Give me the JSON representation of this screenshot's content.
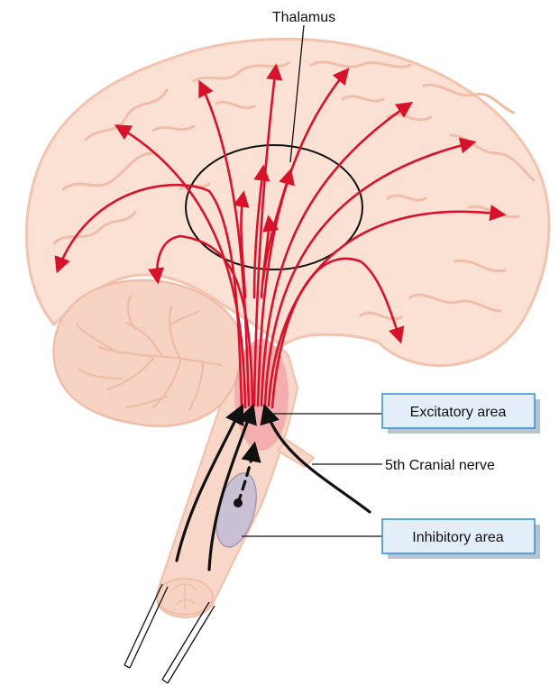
{
  "labels": {
    "thalamus": "Thalamus",
    "excitatory": "Excitatory area",
    "cranial_nerve": "5th Cranial nerve",
    "inhibitory": "Inhibitory area"
  },
  "colors": {
    "brain_fill": "#fbe0d4",
    "brain_outline": "#f2c4b0",
    "gyri_lines": "#efbea9",
    "cerebellum_fill": "#f7d3c3",
    "brainstem_fill": "#f8d7c8",
    "excitatory_zone": "#f2a0a4",
    "inhibitory_zone": "#c9c0d4",
    "red_pathway": "#d6132a",
    "black_pathway": "#111111",
    "label_box_fill": "#e3eef9",
    "label_box_border": "#2d8fd5",
    "label_box_shadow": "#b9c3cc"
  }
}
